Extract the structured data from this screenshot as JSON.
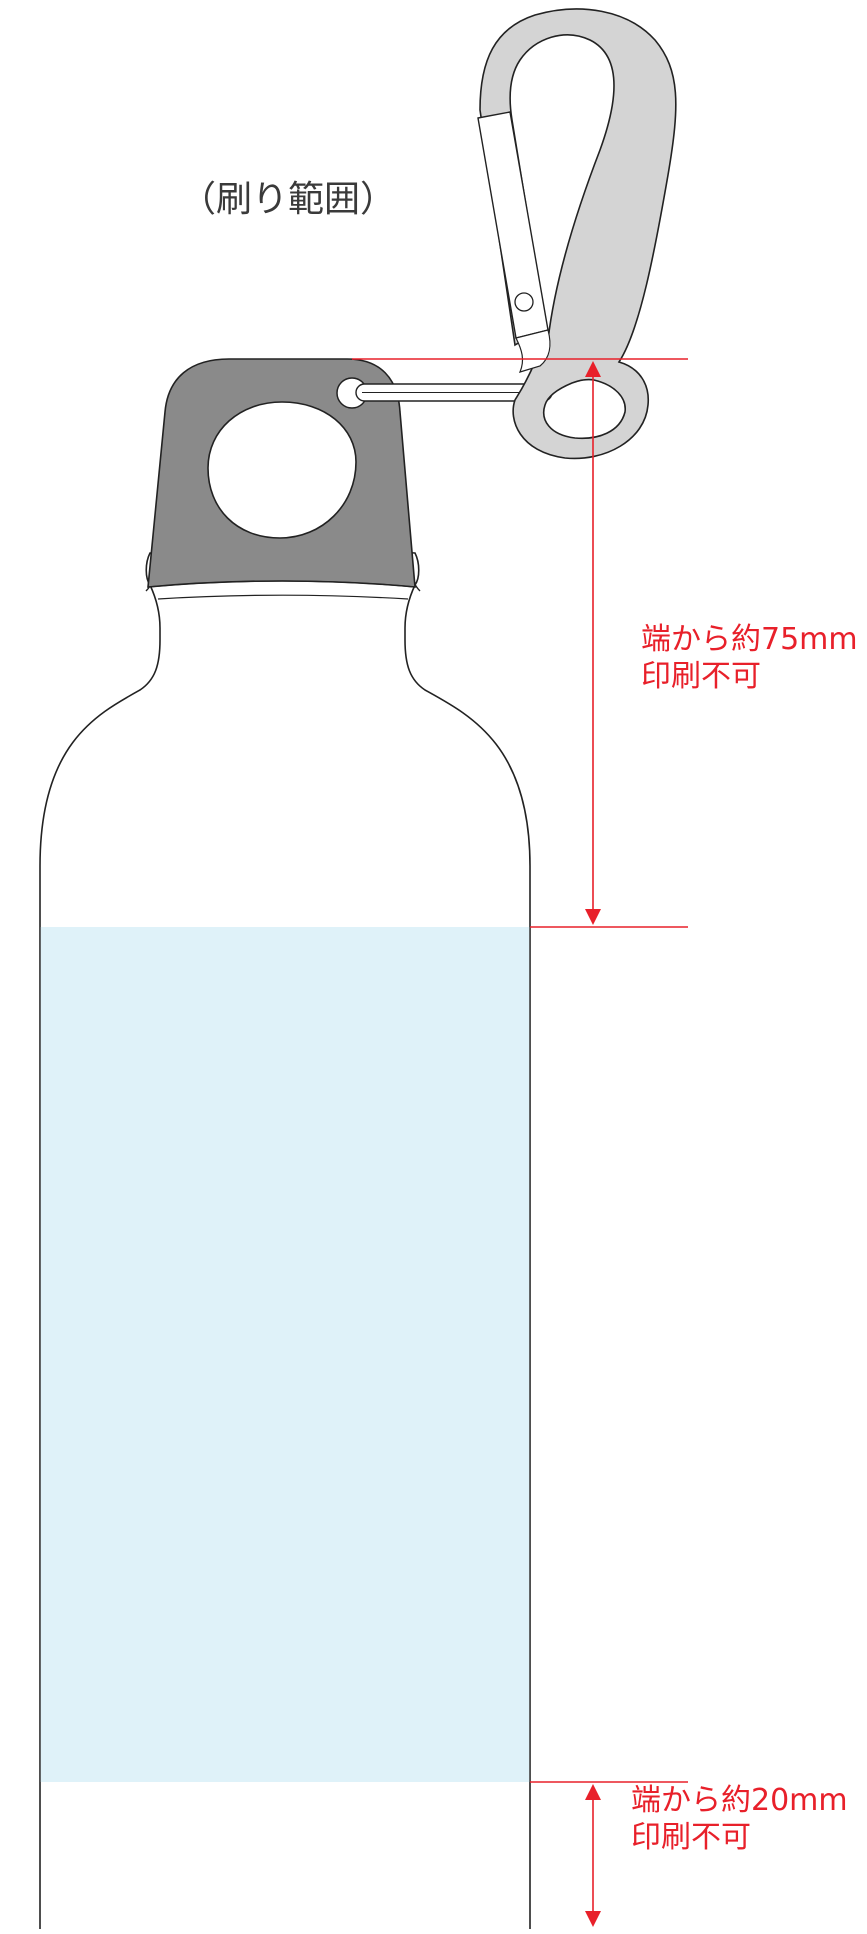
{
  "title": "（刷り範囲）",
  "annotations": {
    "top": {
      "line1": "端から約75mm",
      "line2": "印刷不可"
    },
    "bottom": {
      "line1": "端から約20mm",
      "line2": "印刷不可"
    }
  },
  "colors": {
    "dimension": "#e8202a",
    "print_area": "#dff2f9",
    "cap": "#8a8a8a",
    "carabiner": "#d4d4d4",
    "outline": "#222222",
    "title_text": "#3a3a3a"
  },
  "icons": {
    "carabiner": "carabiner-icon",
    "cap": "bottle-cap-icon"
  }
}
